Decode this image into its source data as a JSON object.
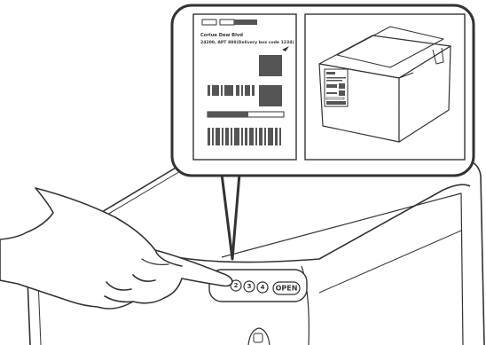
{
  "label": {
    "address_line1": "Corlue Dew Blvd",
    "address_line2": "24200, APT 888(Delivery box code 1234)"
  },
  "keypad": {
    "keys": [
      "2",
      "3",
      "4"
    ],
    "open_label": "OPEN"
  },
  "colors": {
    "stroke": "#333333",
    "fill_dark": "#555555",
    "panel_bg": "#ffffff"
  }
}
